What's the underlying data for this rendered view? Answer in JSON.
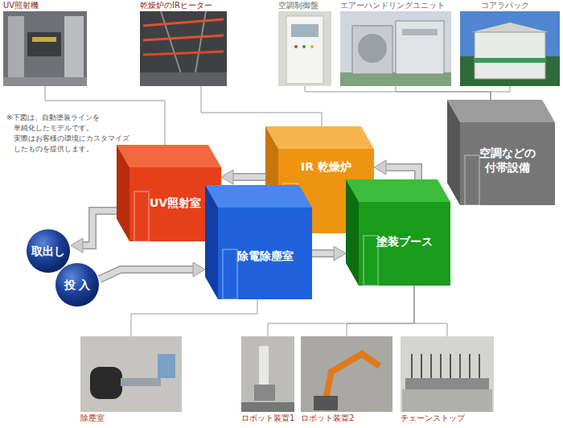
{
  "diagram": {
    "nodes": [
      {
        "text": [
          "UV照射機"
        ]
      },
      {
        "text": [
          "乾燥炉のIRヒーター"
        ]
      },
      {
        "text": [
          "空調制御盤"
        ]
      },
      {
        "text": [
          "エアーハンドリングユニット"
        ]
      },
      {
        "text": [
          "コアラパック"
        ]
      },
      {
        "text": [
          "空調などの 付帯設備"
        ]
      },
      {
        "text": [
          "IR 乾燥炉"
        ]
      },
      {
        "text": [
          "UV照射室"
        ]
      },
      {
        "text": [
          "塗装ブース"
        ]
      },
      {
        "text": [
          "除電除塵室"
        ]
      },
      {
        "text": [
          "取出し"
        ]
      },
      {
        "text": [
          "投 入"
        ]
      },
      {
        "text": [
          "除塵室"
        ]
      },
      {
        "text": [
          "ロボット装置1"
        ]
      },
      {
        "text": [
          "ロボット装置2"
        ]
      },
      {
        "text": [
          "チェーンストップ"
        ]
      }
    ],
    "edges": [
      {
        "from": 0,
        "to": 7,
        "arrow": "none"
      },
      {
        "from": 1,
        "to": 6,
        "arrow": "none"
      },
      {
        "from": 2,
        "to": 5,
        "arrow": "none"
      },
      {
        "from": 3,
        "to": 5,
        "arrow": "none"
      },
      {
        "from": 4,
        "to": 5,
        "arrow": "none"
      },
      {
        "from": 11,
        "to": 9,
        "arrow": "to"
      },
      {
        "from": 9,
        "to": 8,
        "arrow": "to"
      },
      {
        "from": 8,
        "to": 6,
        "arrow": "to"
      },
      {
        "from": 6,
        "to": 7,
        "arrow": "to"
      },
      {
        "from": 7,
        "to": 10,
        "arrow": "to"
      },
      {
        "from": 12,
        "to": 9,
        "arrow": "none"
      },
      {
        "from": 13,
        "to": 8,
        "arrow": "none"
      },
      {
        "from": 14,
        "to": 8,
        "arrow": "none"
      },
      {
        "from": 15,
        "to": 8,
        "arrow": "none"
      }
    ],
    "labels": [
      "※下図は、自動塗装ラインを 単純化したモデルです。 実際はお客様の環境にカスタマイズ したものを提供します。"
    ]
  }
}
